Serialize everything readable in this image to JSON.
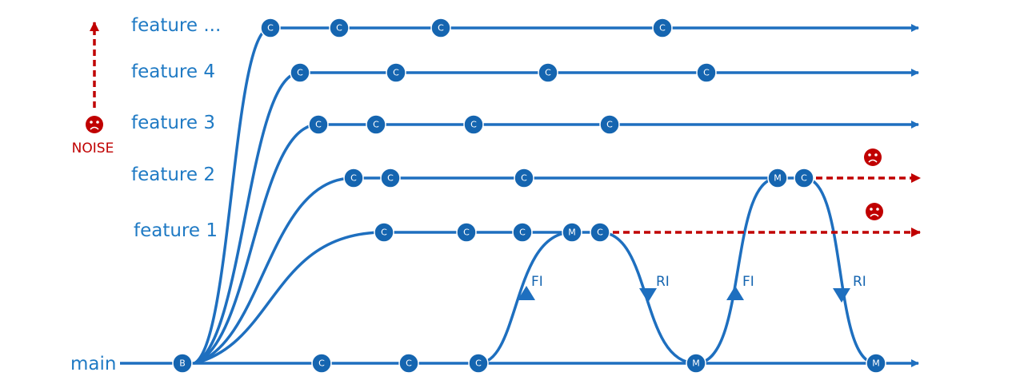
{
  "colors": {
    "branch": "#1e6fbf",
    "commit_fill": "#1565b0",
    "stale": "#c00000"
  },
  "branches": {
    "feature_more": "feature ...",
    "feature_4": "feature 4",
    "feature_3": "feature 3",
    "feature_2": "feature 2",
    "feature_1": "feature 1",
    "main": "main"
  },
  "commit_labels": {
    "base": "B",
    "commit": "C",
    "merge": "M"
  },
  "flow_labels": {
    "forward_integration": "FI",
    "reverse_integration": "RI"
  },
  "noise_label": "NOISE",
  "icons": {
    "unhappy": "sad-face-icon",
    "escalation": "dashed-up-arrow-icon"
  }
}
